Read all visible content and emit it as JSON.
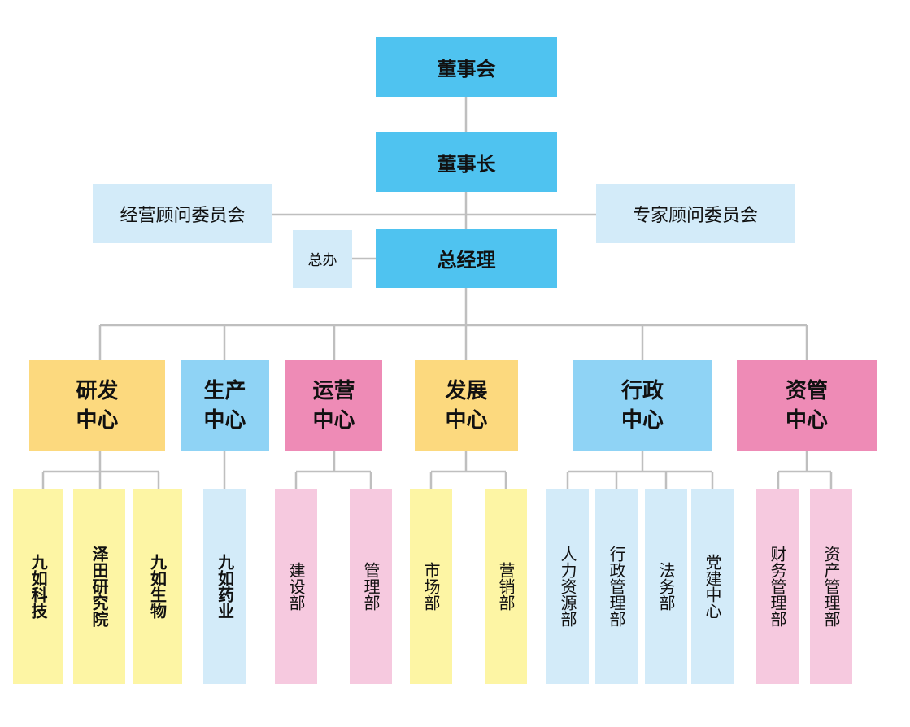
{
  "top": {
    "board": "董事会",
    "chairman": "董事长",
    "gm": "总经理"
  },
  "side": {
    "business_advisory": "经营顾问委员会",
    "expert_advisory": "专家顾问委员会",
    "general_office": "总办"
  },
  "centers": [
    {
      "label": "研发\n中心",
      "color": "#fcd97e"
    },
    {
      "label": "生产\n中心",
      "color": "#8fd3f5"
    },
    {
      "label": "运营\n中心",
      "color": "#ee8bb6"
    },
    {
      "label": "发展\n中心",
      "color": "#fcd97e"
    },
    {
      "label": "行政\n中心",
      "color": "#8fd3f5"
    },
    {
      "label": "资管\n中心",
      "color": "#ee8bb6"
    }
  ],
  "leaves": [
    "九如科技",
    "泽田研究院",
    "九如生物",
    "九如药业",
    "建设部",
    "管理部",
    "市场部",
    "营销部",
    "人力资源部",
    "行政管理部",
    "法务部",
    "党建中心",
    "财务管理部",
    "资产管理部"
  ],
  "colors": {
    "top_box": "#4fc3f0",
    "side_box": "#d3ebf9",
    "connector": "#bfbfbf",
    "leaf_yellow": "#fdf5a4",
    "leaf_blue": "#d3ebf9",
    "leaf_pink": "#f6c9df"
  }
}
